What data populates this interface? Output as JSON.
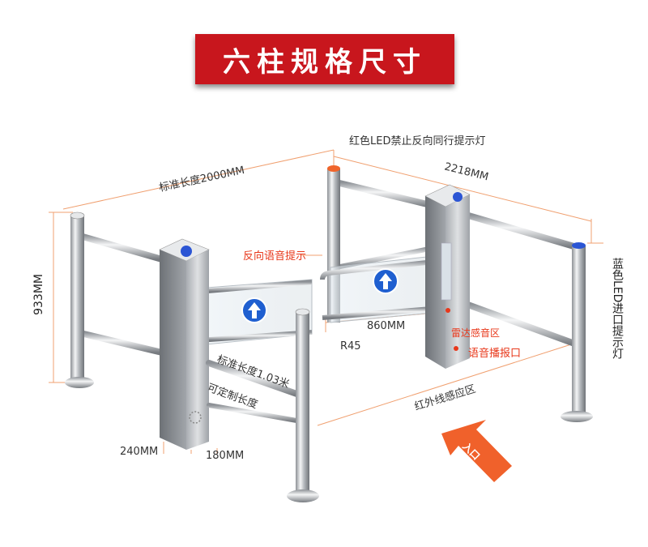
{
  "title": "六柱规格尺寸",
  "labels": {
    "red_led": "红色LED禁止反向同行提示灯",
    "dim_2218": "2218MM",
    "std_length": "标准长度2000MM",
    "reverse_voice": "反向语音提示",
    "height": "933MM",
    "blue_led": "蓝色LED进口提示灯",
    "dim_860": "860MM",
    "r45": "R45",
    "radar": "雷达感音区",
    "voice_port": "语音播报口",
    "std_103": "标准长度1.03米",
    "custom": "可定制长度",
    "infrared": "红外线感应区",
    "dim_240": "240MM",
    "dim_180": "180MM",
    "entrance": "入口"
  },
  "colors": {
    "banner": "#c8161d",
    "accent": "#e8381b",
    "dim_line": "#f0a070",
    "steel": "#c9ccd0",
    "arrow_blue": "#1f5fd0"
  }
}
